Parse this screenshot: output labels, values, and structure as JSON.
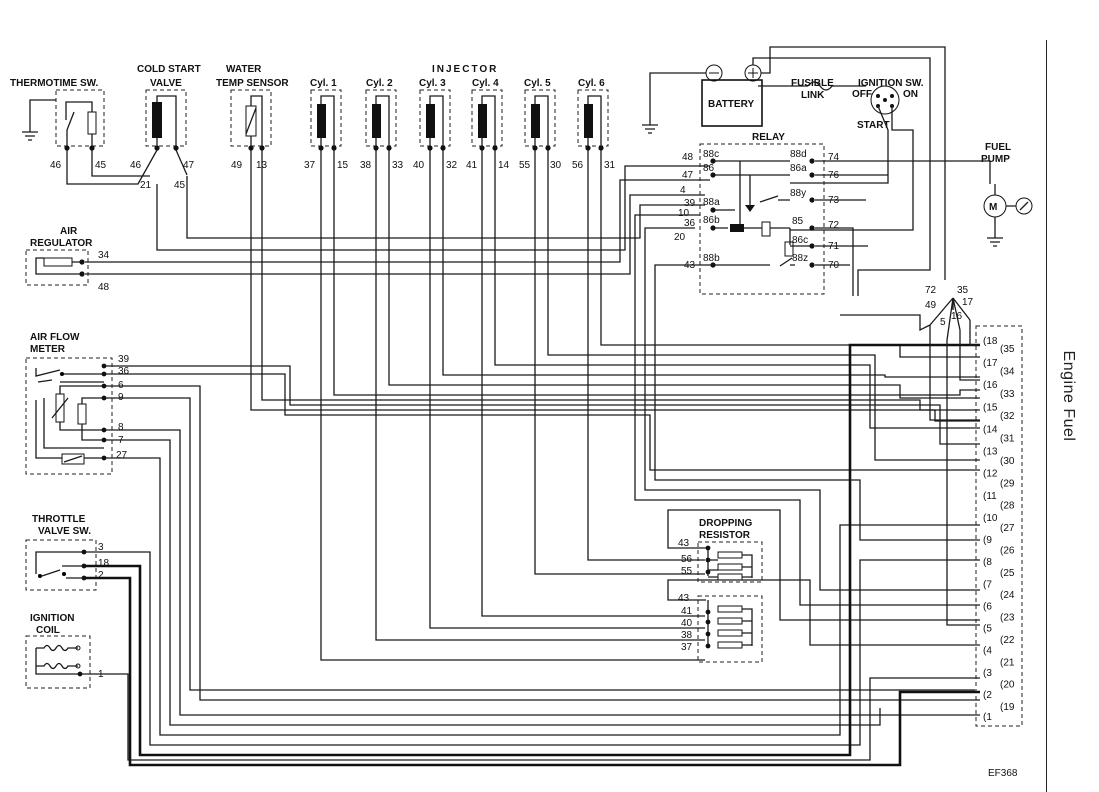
{
  "page": {
    "side_title": "Engine Fuel",
    "figure_code": "EF368"
  },
  "components": {
    "thermotime": "THERMOTIME SW.",
    "cold_start_1": "COLD START",
    "cold_start_2": "VALVE",
    "water_temp_1": "WATER",
    "water_temp_2": "TEMP SENSOR",
    "injector": "INJECTOR",
    "battery": "BATTERY",
    "fusible_1": "FUSIBLE",
    "fusible_2": "LINK",
    "ignition_sw": "IGNITION SW.",
    "off": "OFF",
    "on": "ON",
    "start": "START",
    "relay": "RELAY",
    "fuel_pump_1": "FUEL",
    "fuel_pump_2": "PUMP",
    "motor": "M",
    "air_regulator_1": "AIR",
    "air_regulator_2": "REGULATOR",
    "air_flow_1": "AIR FLOW",
    "air_flow_2": "METER",
    "throttle_1": "THROTTLE",
    "throttle_2": "VALVE SW.",
    "ignition_coil_1": "IGNITION",
    "ignition_coil_2": "COIL",
    "dropping_1": "DROPPING",
    "dropping_2": "RESISTOR"
  },
  "cylinders": [
    "Cyl. 1",
    "Cyl. 2",
    "Cyl. 3",
    "Cyl. 4",
    "Cyl. 5",
    "Cyl. 6"
  ],
  "top_pins": [
    "46",
    "45",
    "46",
    "47",
    "21",
    "45",
    "49",
    "13",
    "37",
    "15",
    "38",
    "33",
    "40",
    "32",
    "41",
    "14",
    "55",
    "30",
    "56",
    "31"
  ],
  "relay_left_wires": [
    "48",
    "47",
    "4",
    "39",
    "10",
    "36",
    "20",
    "43"
  ],
  "relay_left_terms": [
    "88c",
    "86",
    "88a",
    "86b",
    "88b"
  ],
  "relay_right_terms": [
    "88d",
    "86a",
    "88y",
    "85",
    "86c",
    "88z"
  ],
  "relay_right_wires": [
    "74",
    "76",
    "73",
    "72",
    "71",
    "70"
  ],
  "junction": [
    "72",
    "35",
    "17",
    "49",
    "16",
    "5"
  ],
  "air_regulator_pins": [
    "34",
    "48"
  ],
  "afm_pins": [
    "39",
    "36",
    "6",
    "9",
    "8",
    "7",
    "27"
  ],
  "throttle_pins": [
    "3",
    "18",
    "2"
  ],
  "coil_pins": [
    "1"
  ],
  "resistor_upper_pins": [
    "43",
    "56",
    "55"
  ],
  "resistor_lower_pins": [
    "43",
    "41",
    "40",
    "38",
    "37"
  ],
  "connector_left": [
    "18",
    "17",
    "16",
    "15",
    "14",
    "13",
    "12",
    "11",
    "10",
    "9",
    "8",
    "7",
    "6",
    "5",
    "4",
    "3",
    "2",
    "1"
  ],
  "connector_right": [
    "35",
    "34",
    "33",
    "32",
    "31",
    "30",
    "29",
    "28",
    "27",
    "26",
    "25",
    "24",
    "23",
    "22",
    "21",
    "20",
    "19"
  ],
  "colors": {
    "line": "#1a1a1a",
    "background": "#ffffff"
  }
}
